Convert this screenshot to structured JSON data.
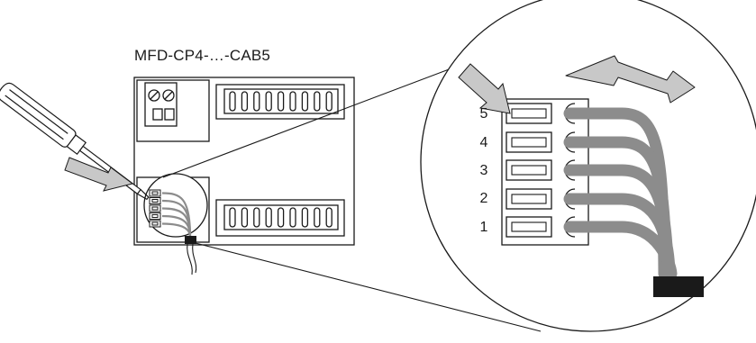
{
  "diagram": {
    "model_label": "MFD-CP4-…-CAB5",
    "pin_numbers": [
      "5",
      "4",
      "3",
      "2",
      "1"
    ],
    "colors": {
      "line": "#1a1a1a",
      "wire": "#8c8c8c",
      "arrow_fill": "#c8c8c8",
      "plug": "#1a1a1a",
      "background": "#ffffff"
    },
    "icons": [
      "screwdriver-icon",
      "insert-arrow-icon",
      "double-arrow-icon"
    ]
  }
}
